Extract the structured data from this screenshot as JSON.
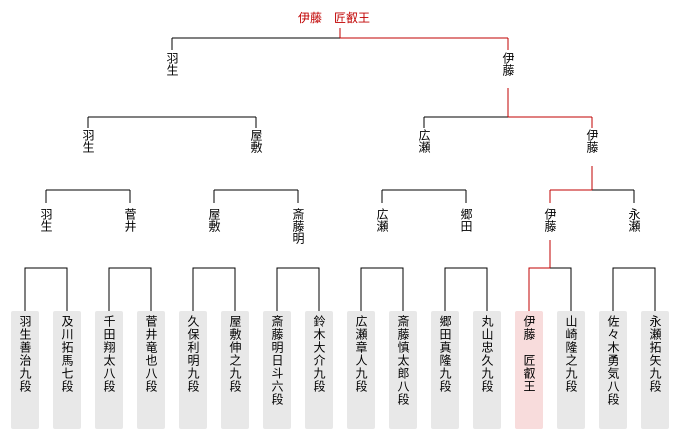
{
  "champion": "伊藤　匠叡王",
  "final": {
    "left": "羽生",
    "right": "伊藤"
  },
  "semifinals": [
    "羽生",
    "屋敷",
    "広瀬",
    "伊藤"
  ],
  "quarterfinals": [
    "羽生",
    "菅井",
    "屋敷",
    "斎藤明",
    "広瀬",
    "郷田",
    "伊藤",
    "永瀬"
  ],
  "players": [
    "羽生善治九段",
    "及川拓馬七段",
    "千田翔太八段",
    "菅井竜也八段",
    "久保利明九段",
    "屋敷伸之九段",
    "斎藤明日斗六段",
    "鈴木大介九段",
    "広瀬章人九段",
    "斎藤慎太郎八段",
    "郷田真隆九段",
    "丸山忠久九段",
    "伊藤　匠叡王",
    "山崎隆之九段",
    "佐々木勇気八段",
    "永瀬拓矢九段"
  ],
  "colors": {
    "line": "#000000",
    "winner_line": "#c00000",
    "player_bg": "#e8e8e8",
    "winner_bg": "#f8dcdc"
  }
}
